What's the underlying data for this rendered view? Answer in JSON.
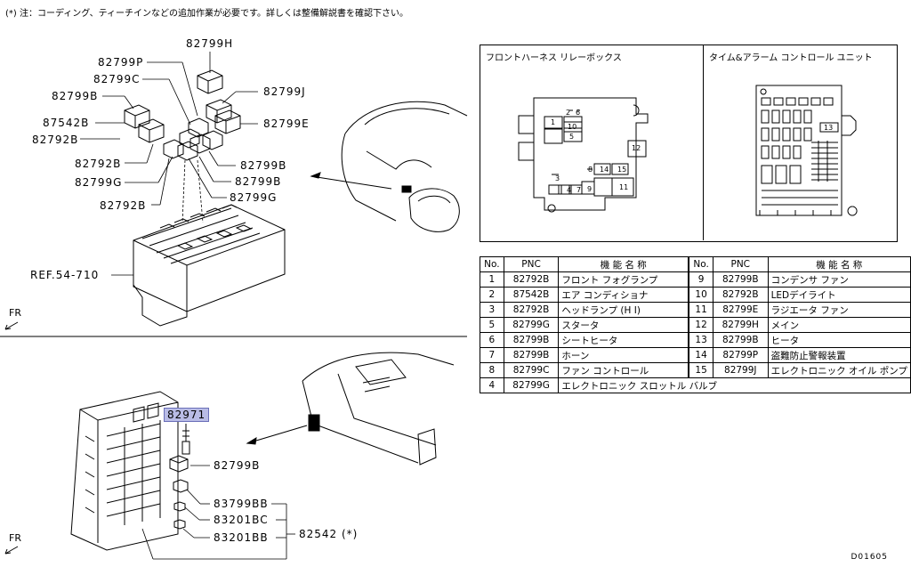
{
  "note": "(*) 注：コーディング、ティーチインなどの追加作業が必要です。詳しくは整備解説書を確認下さい。",
  "top_labels": {
    "l82799H": "82799H",
    "l82799P": "82799P",
    "l82799C": "82799C",
    "l82799J": "82799J",
    "l82799B_a": "82799B",
    "l87542B": "87542B",
    "l82799E": "82799E",
    "l82792B_a": "82792B",
    "l82792B_b": "82792B",
    "l82799B_b": "82799B",
    "l82799G_a": "82799G",
    "l82799B_c": "82799B",
    "l82792B_c": "82792B",
    "l82799G_b": "82799G",
    "ref": "REF.54-710",
    "fr": "FR"
  },
  "bottom_labels": {
    "l82971": "82971",
    "l82799B": "82799B",
    "l83799BB": "83799BB",
    "l83201BC": "83201BC",
    "l83201BB": "83201BB",
    "l82542": "82542 (*)",
    "fr": "FR"
  },
  "boxes": {
    "left_title": "フロントハーネス リレーボックス",
    "right_title": "タイム&アラーム コントロール ユニット",
    "left_numbers": [
      "1",
      "2",
      "6",
      "10",
      "5",
      "12",
      "3",
      "4",
      "7",
      "9",
      "8",
      "14",
      "15",
      "11"
    ],
    "right_numbers": [
      "13"
    ]
  },
  "table": {
    "headers": [
      "No.",
      "PNC",
      "機 能 名 称",
      "No.",
      "PNC",
      "機 能 名 称"
    ],
    "rows": [
      [
        "1",
        "82792B",
        "フロント フォグランプ",
        "9",
        "82799B",
        "コンデンサ ファン"
      ],
      [
        "2",
        "87542B",
        "エア コンディショナ",
        "10",
        "82792B",
        "LEDデイライト"
      ],
      [
        "3",
        "82792B",
        "ヘッドランプ (H I)",
        "11",
        "82799E",
        "ラジエータ ファン"
      ],
      [
        "5",
        "82799G",
        "スタータ",
        "12",
        "82799H",
        "メイン"
      ],
      [
        "6",
        "82799B",
        "シートヒータ",
        "13",
        "82799B",
        "ヒータ"
      ],
      [
        "7",
        "82799B",
        "ホーン",
        "14",
        "82799P",
        "盗難防止警報装置"
      ],
      [
        "8",
        "82799C",
        "ファン コントロール",
        "15",
        "82799J",
        "エレクトロニック オイル ポンプ"
      ],
      [
        "4",
        "82799G",
        "エレクトロニック スロットル バルブ",
        "",
        "",
        ""
      ]
    ]
  },
  "footer": "D01605",
  "colors": {
    "highlight": "#b9bce6",
    "line": "#000000"
  }
}
